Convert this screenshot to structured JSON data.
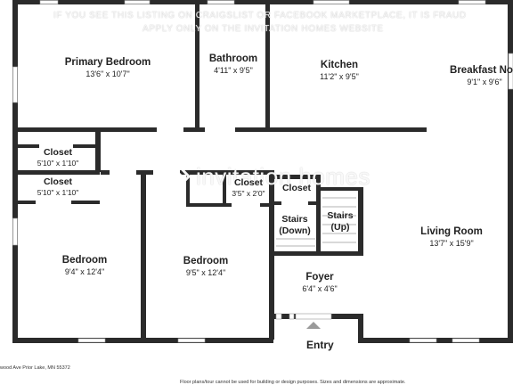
{
  "rooms": {
    "primary_bedroom": {
      "name": "Primary Bedroom",
      "dims": "13'6\" x 10'7\""
    },
    "bathroom": {
      "name": "Bathroom",
      "dims": "4'11\" x 9'5\""
    },
    "kitchen": {
      "name": "Kitchen",
      "dims": "11'2\" x 9'5\""
    },
    "breakfast_nook": {
      "name": "Breakfast Noo",
      "dims": "9'1\" x 9'6\""
    },
    "closet_1": {
      "name": "Closet",
      "dims": "5'10\" x 1'10\""
    },
    "closet_2": {
      "name": "Closet",
      "dims": "5'10\" x 1'10\""
    },
    "closet_3": {
      "name": "Closet",
      "dims": "3'5\" x 2'0\""
    },
    "closet_4": {
      "name": "Closet",
      "dims": ""
    },
    "stairs_down": {
      "name": "Stairs",
      "name2": "(Down)"
    },
    "stairs_up": {
      "name": "Stairs",
      "name2": "(Up)"
    },
    "bedroom_1": {
      "name": "Bedroom",
      "dims": "9'4\" x 12'4\""
    },
    "bedroom_2": {
      "name": "Bedroom",
      "dims": "9'5\" x 12'4\""
    },
    "living_room": {
      "name": "Living Room",
      "dims": "13'7\" x 15'9\""
    },
    "foyer": {
      "name": "Foyer",
      "dims": "6'4\" x 4'6\""
    }
  },
  "entry_label": "Entry",
  "watermark": {
    "line1": "IF YOU SEE THIS LISTING ON CRAIGSLIST OR FACEBOOK MARKETPLACE, IT IS FRAUD",
    "line2": "APPLY ONLY ON THE INVITATION HOMES WEBSITE",
    "brand": "invitation homes"
  },
  "footer": {
    "address": "wood Ave Prior Lake, MN 55372",
    "disclaimer": "Floor plans/tour cannot be used for building or design purposes. Sizes and dimensions are approximate."
  }
}
